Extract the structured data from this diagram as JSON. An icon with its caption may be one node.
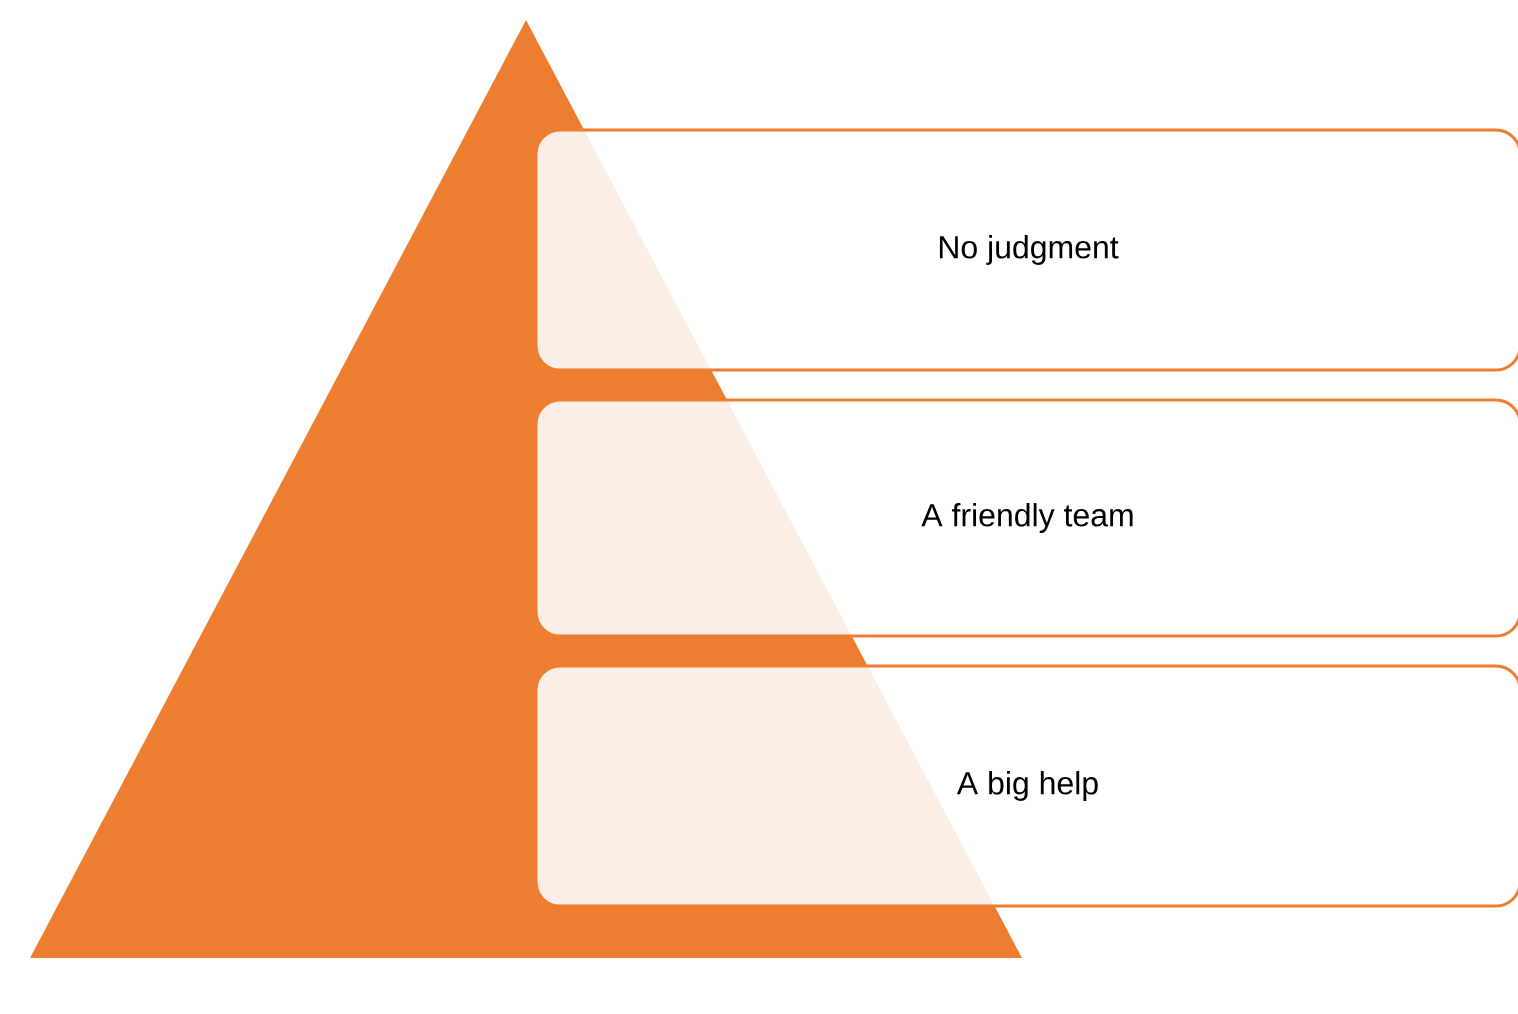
{
  "diagram": {
    "nodes": [
      {
        "text": [
          "No judgment"
        ]
      },
      {
        "text": [
          "A friendly team"
        ]
      },
      {
        "text": [
          "A big help"
        ]
      }
    ]
  }
}
